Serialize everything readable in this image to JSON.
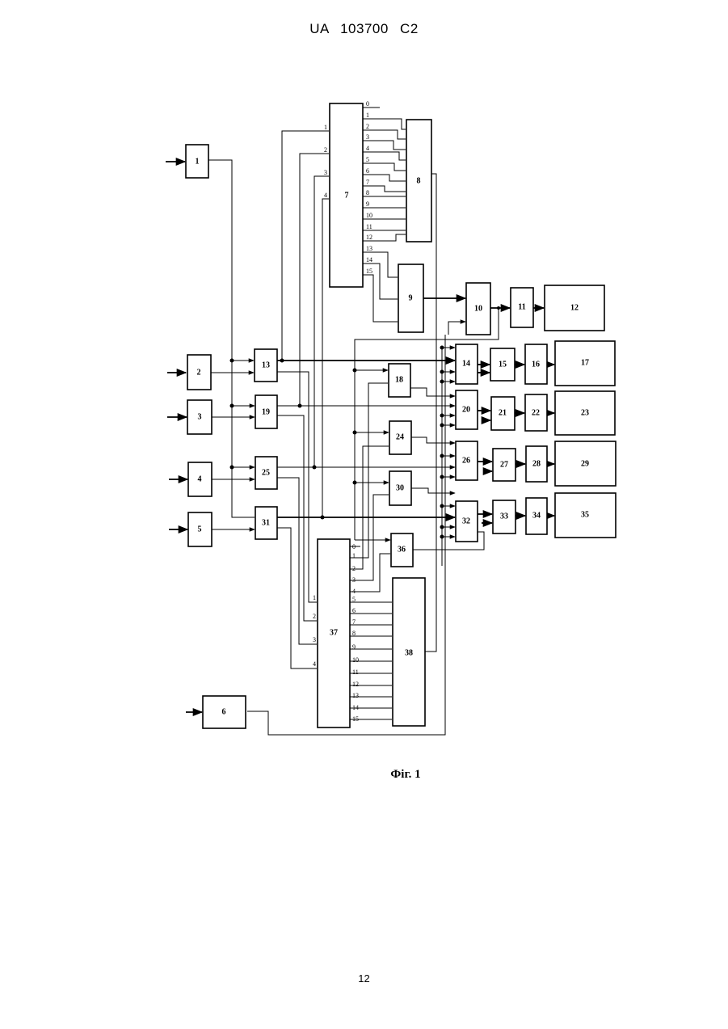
{
  "header": {
    "text": "UA 103700 C2"
  },
  "caption": {
    "text": "Фіг. 1"
  },
  "page_number": {
    "text": "12"
  },
  "blocks": {
    "b1": "1",
    "b2": "2",
    "b3": "3",
    "b4": "4",
    "b5": "5",
    "b6": "6",
    "b7": "7",
    "b8": "8",
    "b9": "9",
    "b10": "10",
    "b11": "11",
    "b12": "12",
    "b13": "13",
    "b14": "14",
    "b15": "15",
    "b16": "16",
    "b17": "17",
    "b18": "18",
    "b19": "19",
    "b20": "20",
    "b21": "21",
    "b22": "22",
    "b23": "23",
    "b24": "24",
    "b25": "25",
    "b26": "26",
    "b27": "27",
    "b28": "28",
    "b29": "29",
    "b30": "30",
    "b31": "31",
    "b32": "32",
    "b33": "33",
    "b34": "34",
    "b35": "35",
    "b36": "36",
    "b37": "37",
    "b38": "38"
  },
  "decoder_outputs": [
    "0",
    "1",
    "2",
    "3",
    "4",
    "5",
    "6",
    "7",
    "8",
    "9",
    "10",
    "11",
    "12",
    "13",
    "14",
    "15"
  ],
  "decoder_inputs": [
    "1",
    "2",
    "3",
    "4"
  ]
}
